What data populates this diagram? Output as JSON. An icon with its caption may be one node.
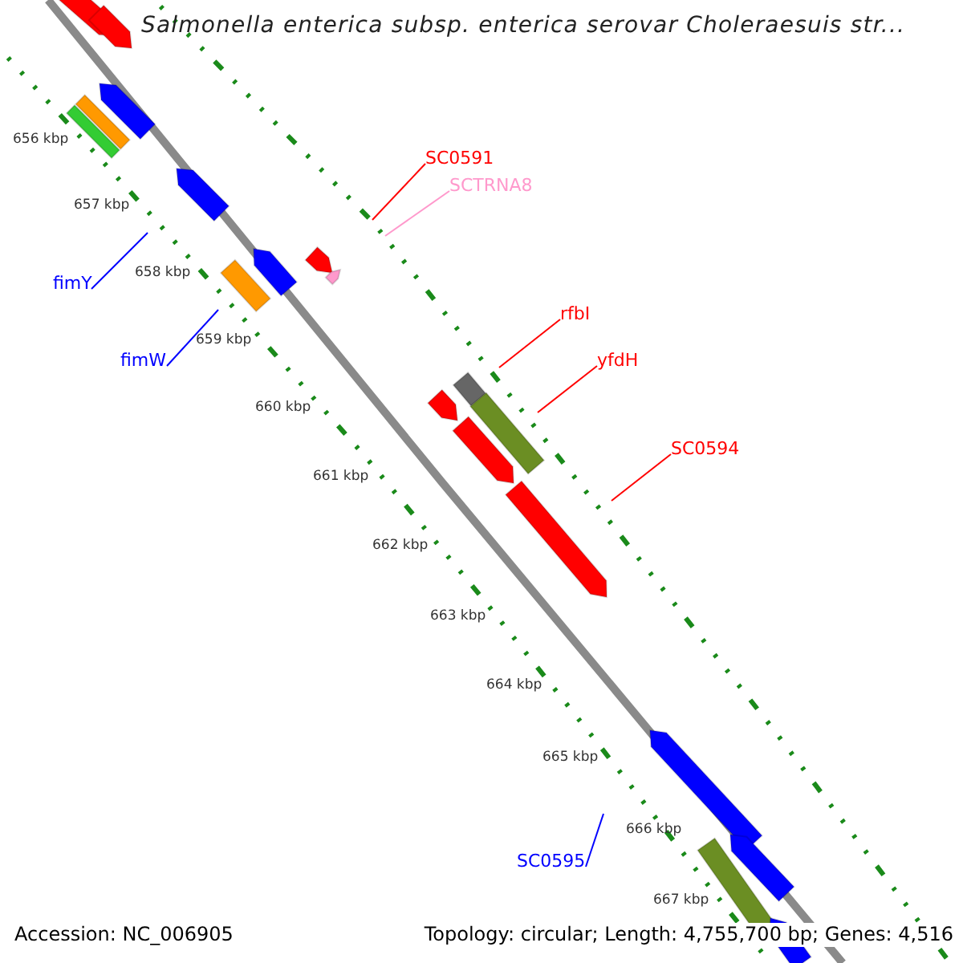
{
  "diagram": {
    "title": "Salmonella enterica subsp. enterica serovar Choleraesuis str...",
    "nodes": [
      {
        "text": [
          "SC0591"
        ]
      },
      {
        "text": [
          "SCTRNA8"
        ]
      },
      {
        "text": [
          "rfbI"
        ]
      },
      {
        "text": [
          "yfdH"
        ]
      },
      {
        "text": [
          "SC0594"
        ]
      },
      {
        "text": [
          "fimY"
        ]
      },
      {
        "text": [
          "fimW"
        ]
      },
      {
        "text": [
          "SC0595"
        ]
      }
    ],
    "edges": [
      {
        "from": 0,
        "to": null,
        "arrow": "none"
      },
      {
        "from": 1,
        "to": null,
        "arrow": "none",
        "color": "#ff99cc"
      },
      {
        "from": 2,
        "to": null,
        "arrow": "none"
      },
      {
        "from": 3,
        "to": null,
        "arrow": "none"
      },
      {
        "from": 4,
        "to": null,
        "arrow": "none"
      },
      {
        "from": 5,
        "to": null,
        "arrow": "none",
        "color": "#0000ff"
      },
      {
        "from": 6,
        "to": null,
        "arrow": "none",
        "color": "#0000ff"
      },
      {
        "from": 7,
        "to": null,
        "arrow": "none",
        "color": "#0000ff"
      }
    ],
    "labels": [
      "656 kbp",
      "657 kbp",
      "658 kbp",
      "659 kbp",
      "660 kbp",
      "661 kbp",
      "662 kbp",
      "663 kbp",
      "664 kbp",
      "665 kbp",
      "666 kbp",
      "667 kbp",
      "Accession: NC_006905",
      "Topology: circular; Length: 4,755,700 bp; Genes: 4,516"
    ]
  }
}
